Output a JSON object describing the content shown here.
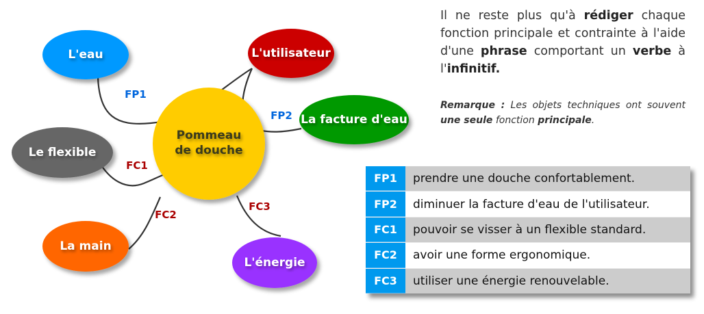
{
  "diagram": {
    "center": {
      "line1": "Pommeau",
      "line2": "de douche",
      "color": "#ffcc00"
    },
    "nodes": [
      {
        "id": "eau",
        "label": "L'eau",
        "color": "#0099ff"
      },
      {
        "id": "utilisateur",
        "label": "L'utilisateur",
        "color": "#cc0000"
      },
      {
        "id": "facture",
        "label": "La facture d'eau",
        "color": "#009900"
      },
      {
        "id": "flexible",
        "label": "Le flexible",
        "color": "#666666"
      },
      {
        "id": "main",
        "label": "La main",
        "color": "#ff6600"
      },
      {
        "id": "energie",
        "label": "L'énergie",
        "color": "#9933ff"
      }
    ],
    "edges": [
      {
        "label": "FP1",
        "color": "#0066dd",
        "from": "eau",
        "to": "utilisateur"
      },
      {
        "label": "FP2",
        "color": "#0066dd",
        "from": "utilisateur",
        "to": "facture"
      },
      {
        "label": "FC1",
        "color": "#aa0000",
        "from": "flexible",
        "to": "center"
      },
      {
        "label": "FC2",
        "color": "#aa0000",
        "from": "main",
        "to": "center"
      },
      {
        "label": "FC3",
        "color": "#aa0000",
        "from": "energie",
        "to": "center"
      }
    ]
  },
  "intro": {
    "t1": "Il ne reste plus qu'à ",
    "b1": "rédiger",
    "t2": " chaque fonction principale et contrainte à l'aide d'une ",
    "b2": "phrase",
    "t3": " comportant un ",
    "b3": "verbe",
    "t4": " à l'",
    "b4": "infinitif."
  },
  "remark": {
    "b1": "Remarque :",
    "t1": " Les objets techniques ont souvent ",
    "b2": "une seule",
    "t2": " fonction ",
    "b3": "principale",
    "t3": "."
  },
  "functions": [
    {
      "code": "FP1",
      "text": "prendre une douche confortablement."
    },
    {
      "code": "FP2",
      "text": "diminuer la facture d'eau de l'utilisateur."
    },
    {
      "code": "FC1",
      "text": "pouvoir se visser à un flexible standard."
    },
    {
      "code": "FC2",
      "text": "avoir une forme ergonomique."
    },
    {
      "code": "FC3",
      "text": "utiliser une énergie renouvelable."
    }
  ]
}
